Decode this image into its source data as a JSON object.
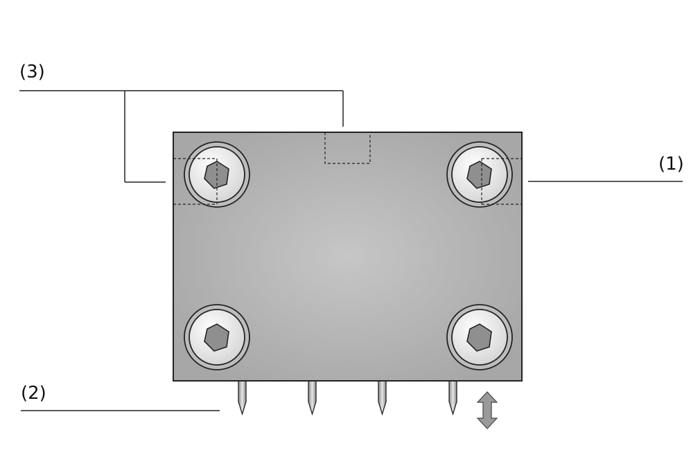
{
  "callouts": {
    "label_1": "(1)",
    "label_2": "(2)",
    "label_3": "(3)"
  },
  "colors": {
    "plate_center": "#c6c6c6",
    "plate_edge": "#a7a7a7",
    "outline": "#222222",
    "screw_hex": "#8f8f8f",
    "pin": "#b5b5b5",
    "arrow": "#9a9a9a"
  },
  "icons": {
    "screws": [
      "hex-socket-screw-icon",
      "hex-socket-screw-icon",
      "hex-socket-screw-icon",
      "hex-socket-screw-icon"
    ],
    "pins": [
      "contact-pin-icon",
      "contact-pin-icon",
      "contact-pin-icon",
      "contact-pin-icon"
    ],
    "movement": "vertical-double-arrow-icon"
  }
}
